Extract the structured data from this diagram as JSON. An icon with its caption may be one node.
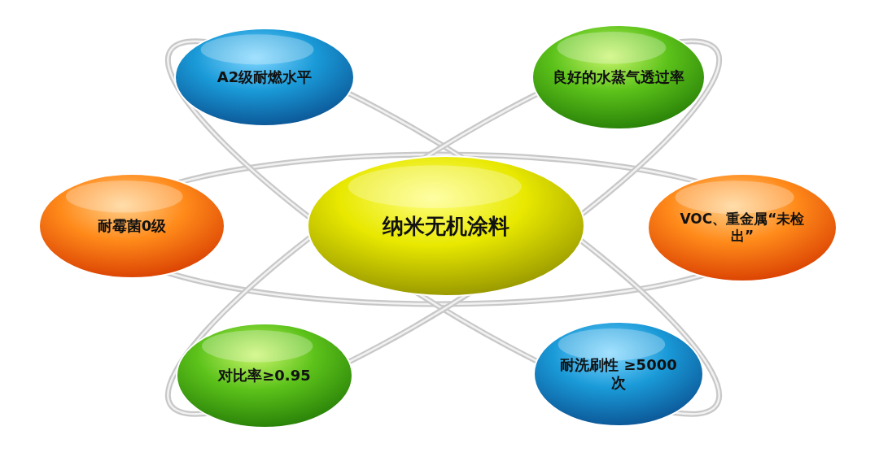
{
  "diagram": {
    "nodes": [
      {
        "text": [
          "A2级耐燃水平"
        ]
      },
      {
        "text": [
          "良好的水蒸气透过率"
        ]
      },
      {
        "text": [
          "耐霉菌0级"
        ]
      },
      {
        "text": [
          "纳米无机涂料"
        ]
      },
      {
        "text": [
          "VOC、重金属“未检出”"
        ]
      },
      {
        "text": [
          "对比率≥0.95"
        ]
      },
      {
        "text": [
          "耐洗刷性 ≥5000次"
        ]
      }
    ]
  }
}
